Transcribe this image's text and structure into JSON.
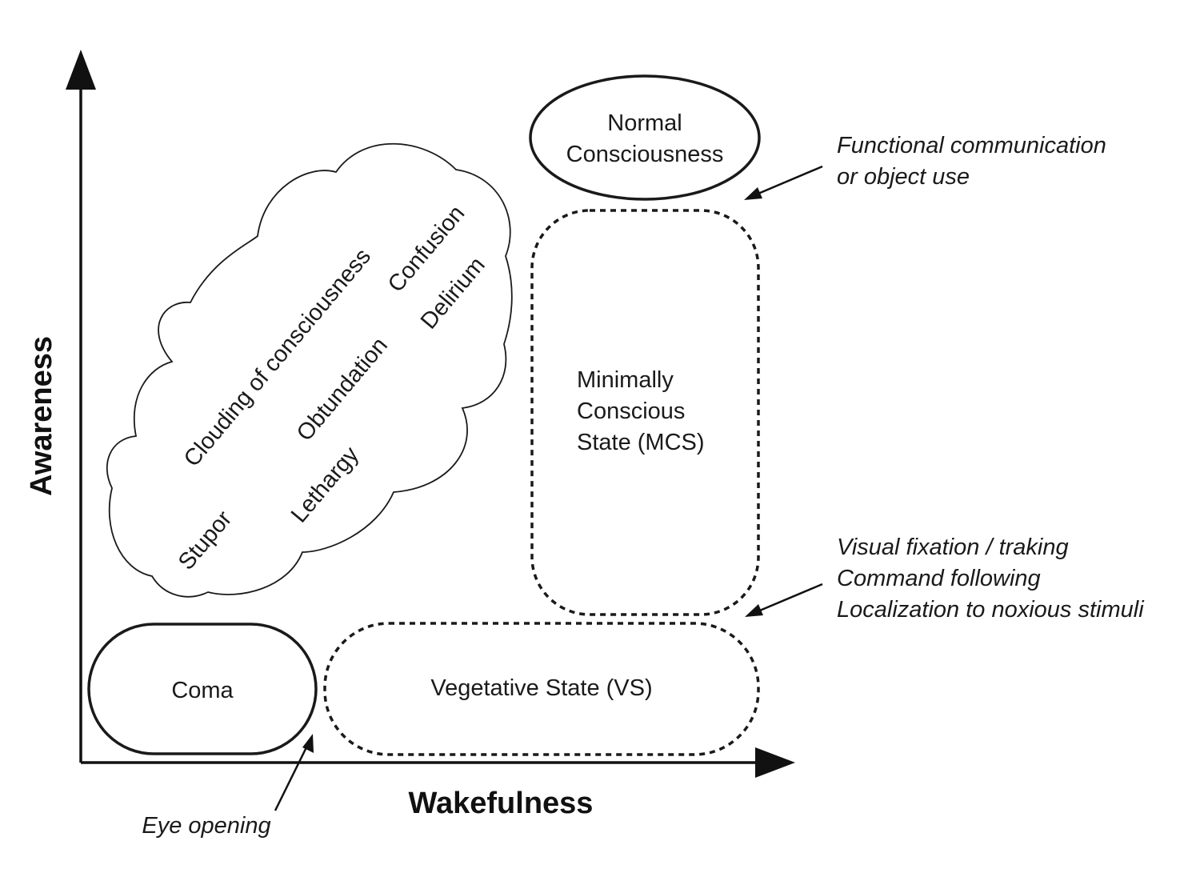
{
  "axes": {
    "y_label": "Awareness",
    "x_label": "Wakefulness"
  },
  "states": {
    "normal": [
      "Normal",
      "Consciousness"
    ],
    "mcs": [
      "Minimally",
      "Conscious",
      "State (MCS)"
    ],
    "vs": "Vegetative State (VS)",
    "coma": "Coma"
  },
  "cloud_terms": {
    "clouding": "Clouding of consciousness",
    "confusion": "Confusion",
    "delirium": "Delirium",
    "obtundation": "Obtundation",
    "lethargy": "Lethargy",
    "stupor": "Stupor"
  },
  "transitions": {
    "to_normal": [
      "Functional communication",
      "or object use"
    ],
    "to_mcs": [
      "Visual fixation / traking",
      "Command following",
      "Localization to noxious stimuli"
    ],
    "to_vs": "Eye opening"
  }
}
